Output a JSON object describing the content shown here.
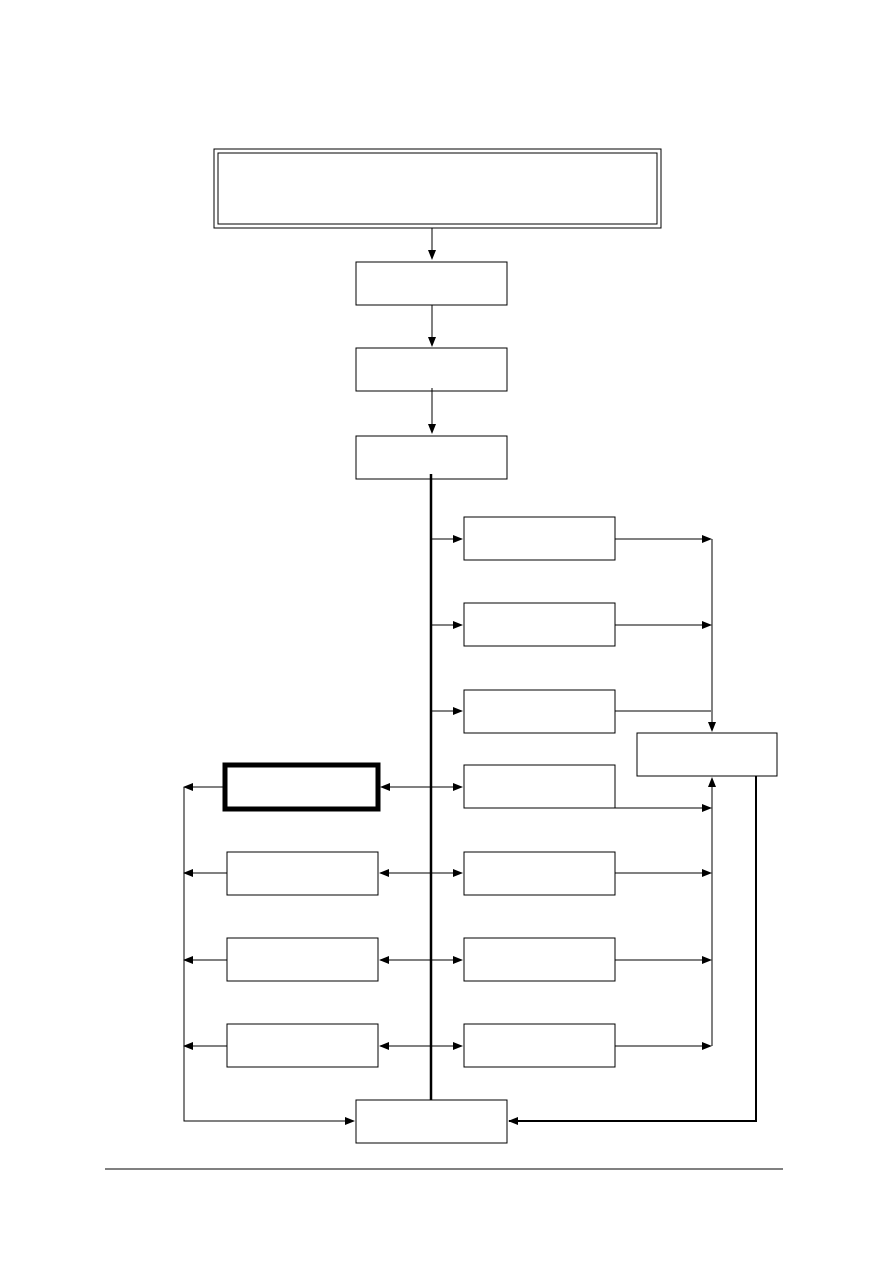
{
  "diagram": {
    "stroke_color": "#000000",
    "background_color": "#ffffff",
    "nodes": [
      {
        "id": "top",
        "label": ""
      },
      {
        "id": "step-1",
        "label": ""
      },
      {
        "id": "step-2",
        "label": ""
      },
      {
        "id": "step-3",
        "label": ""
      },
      {
        "id": "right-1",
        "label": ""
      },
      {
        "id": "right-2",
        "label": ""
      },
      {
        "id": "right-3",
        "label": ""
      },
      {
        "id": "right-4",
        "label": ""
      },
      {
        "id": "right-5",
        "label": ""
      },
      {
        "id": "right-6",
        "label": ""
      },
      {
        "id": "right-7",
        "label": ""
      },
      {
        "id": "collector",
        "label": ""
      },
      {
        "id": "left-1",
        "label": ""
      },
      {
        "id": "left-2",
        "label": ""
      },
      {
        "id": "left-3",
        "label": ""
      },
      {
        "id": "left-4",
        "label": ""
      },
      {
        "id": "bottom",
        "label": ""
      }
    ]
  }
}
